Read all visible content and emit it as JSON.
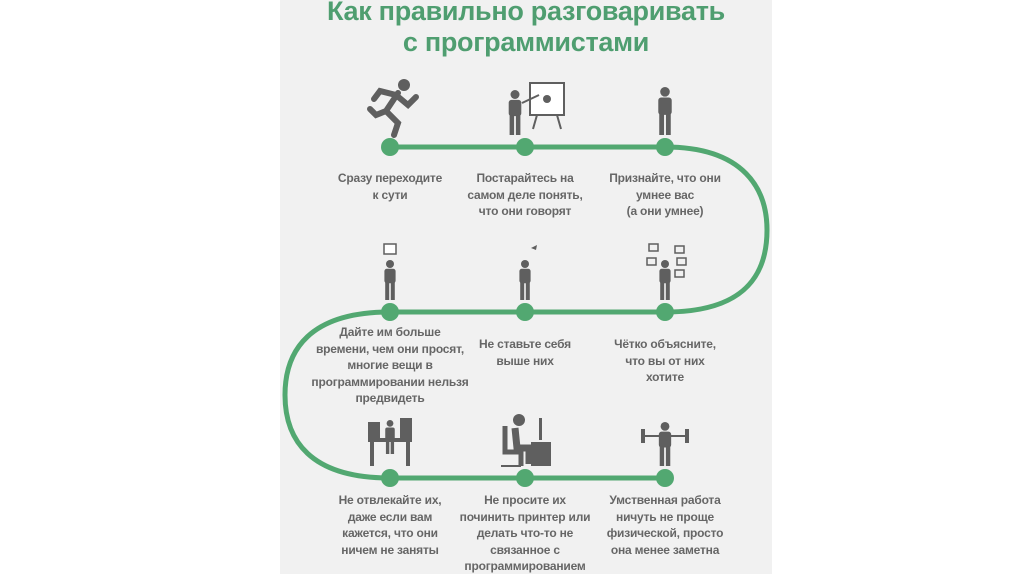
{
  "title": {
    "line1": "Как правильно разговаривать",
    "line2": "с программистами"
  },
  "colors": {
    "accent": "#52a871",
    "title": "#4f9e70",
    "text": "#666666",
    "icon": "#5f5f5f",
    "panel": "#f1f1f1"
  },
  "steps": [
    {
      "icon": "running-man-icon",
      "lines": [
        "Сразу переходите",
        "к сути"
      ]
    },
    {
      "icon": "presenter-icon",
      "lines": [
        "Постарайтесь на",
        "самом деле понять,",
        "что они говорят"
      ]
    },
    {
      "icon": "standing-man-icon",
      "lines": [
        "Признайте, что они",
        "умнее вас",
        "(а они умнее)"
      ]
    },
    {
      "icon": "calendar-man-icon",
      "lines": [
        "Дайте им больше",
        "времени, чем они просят,",
        "многие вещи в",
        "программировании нельзя",
        "предвидеть"
      ]
    },
    {
      "icon": "businessman-icon",
      "lines": [
        "Не ставьте себя",
        "выше них"
      ]
    },
    {
      "icon": "explaining-man-icon",
      "lines": [
        "Чётко объясните,",
        "что вы от них",
        "хотите"
      ]
    },
    {
      "icon": "busy-desk-icon",
      "lines": [
        "Не отвлекайте их,",
        "даже если вам",
        "кажется, что они",
        "ничем не заняты"
      ]
    },
    {
      "icon": "computer-worker-icon",
      "lines": [
        "Не просите их",
        "починить принтер или",
        "делать что-то не",
        "связанное с",
        "программированием"
      ]
    },
    {
      "icon": "weightlifter-icon",
      "lines": [
        "Умственная работа",
        "ничуть не проще",
        "физической, просто",
        "она менее заметна"
      ]
    }
  ]
}
